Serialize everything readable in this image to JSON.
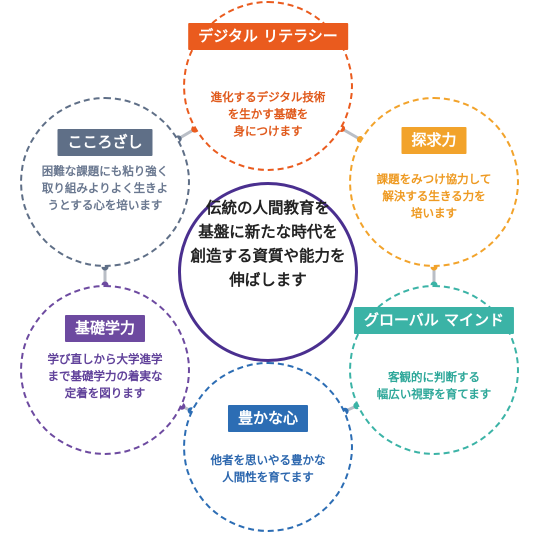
{
  "center": {
    "text": "伝統の人間教育を\n基盤に新たな時代を\n創造する資質や能力を\n伸ばします",
    "color": "#4a2f8f"
  },
  "nodes": [
    {
      "key": "digital",
      "title": "デジタル\nリテラシー",
      "desc": "進化するデジタル技術\nを生かす基礎を\n身につけます",
      "color": "#ea5b1e",
      "text_color": "#e05a1c"
    },
    {
      "key": "inquiry",
      "title": "探求力",
      "desc": "課題をみつけ協力して\n解決する生きる力を\n培います",
      "color": "#f2a32b",
      "text_color": "#ee9a22"
    },
    {
      "key": "global",
      "title": "グローバル\nマインド",
      "desc": "客観的に判断する\n幅広い視野を育てます",
      "color": "#3bb3a6",
      "text_color": "#2fa89a"
    },
    {
      "key": "heart",
      "title": "豊かな心",
      "desc": "他者を思いやる豊かな\n人間性を育てます",
      "color": "#2c6db4",
      "text_color": "#2c67ae"
    },
    {
      "key": "basic",
      "title": "基礎学力",
      "desc": "学び直しから大学進学\nまで基礎学力の着実な\n定着を図ります",
      "color": "#6d4aa0",
      "text_color": "#60419a"
    },
    {
      "key": "will",
      "title": "こころざし",
      "desc": "困難な課題にも粘り強く\n取り組みよりよく生きよ\nうとする心を培います",
      "color": "#5f6f87",
      "text_color": "#6a7890"
    }
  ],
  "ring_color": "#b9bec6"
}
